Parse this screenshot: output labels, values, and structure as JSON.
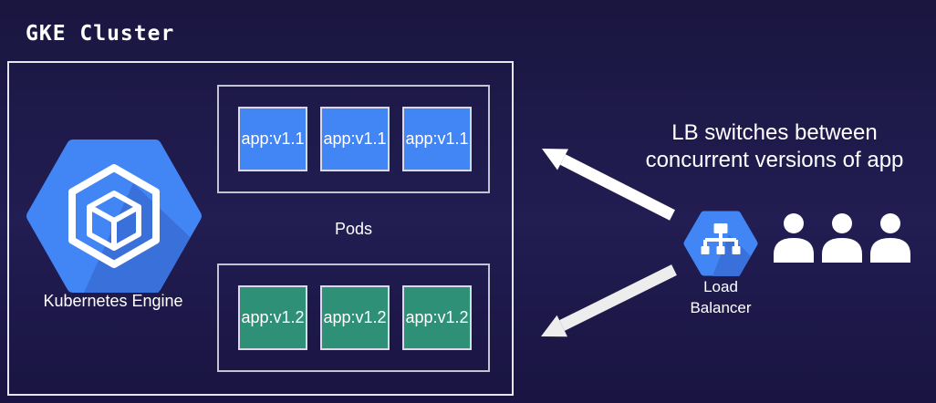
{
  "title": "GKE Cluster",
  "cluster": {
    "engine": {
      "label": "Kubernetes Engine"
    },
    "pods_label": "Pods",
    "pod_groups": [
      {
        "name": "v1.1",
        "color": "#4285f4",
        "pods": [
          "app:v1.1",
          "app:v1.1",
          "app:v1.1"
        ]
      },
      {
        "name": "v1.2",
        "color": "#2e9077",
        "pods": [
          "app:v1.2",
          "app:v1.2",
          "app:v1.2"
        ]
      }
    ]
  },
  "annotation": {
    "line1": "LB switches between",
    "line2": "concurrent versions of app"
  },
  "load_balancer": {
    "label_line1": "Load",
    "label_line2": "Balancer"
  },
  "users_count": 3,
  "colors": {
    "background": "#1e1947",
    "gcp_blue": "#4285f4",
    "gcp_blue_shade": "#3a6ed6",
    "app_v11": "#4285f4",
    "app_v12": "#2e9077",
    "cluster_border": "#e7e7f0",
    "pods_border": "#c3c3d4",
    "arrow": "#ffffff",
    "text": "#ffffff"
  }
}
